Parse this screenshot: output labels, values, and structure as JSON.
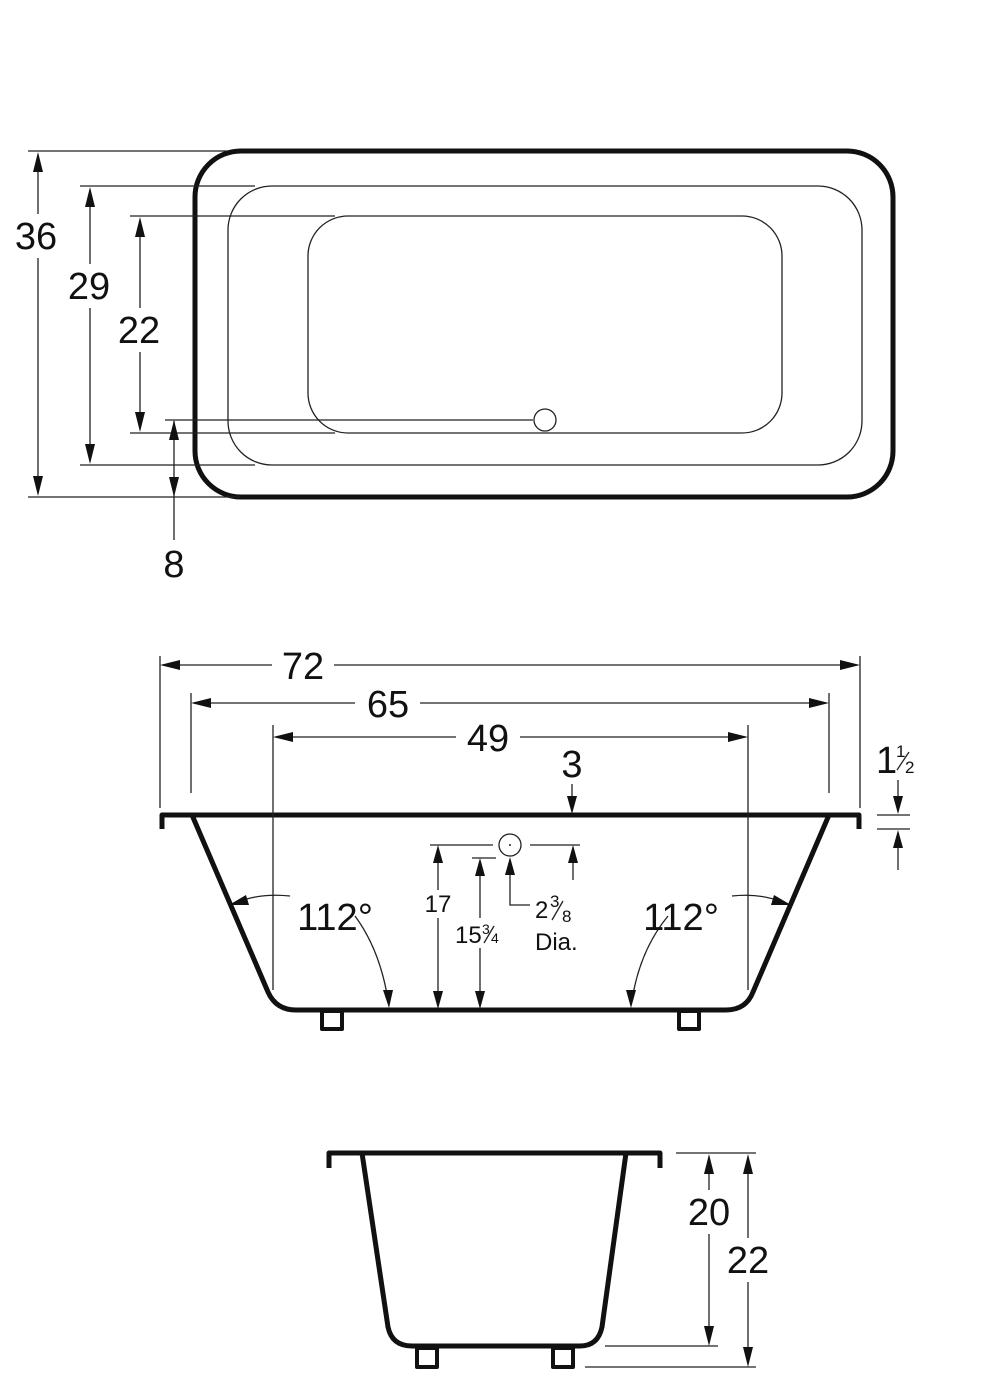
{
  "plan_view": {
    "overall_width": "36",
    "rim_width": "29",
    "basin_width": "22",
    "drain_offset": "8"
  },
  "side_view": {
    "overall_length": "72",
    "rim_length": "65",
    "bottom_length": "49",
    "rim_thickness": "3",
    "flange_whole": "1",
    "flange_num": "1",
    "flange_den": "2",
    "wall_angle_left": "112°",
    "wall_angle_right": "112°",
    "overflow_height": "17",
    "overflow_center_whole": "15",
    "overflow_center_num": "3",
    "overflow_center_den": "4",
    "overflow_dia_whole": "2",
    "overflow_dia_num": "3",
    "overflow_dia_den": "8",
    "overflow_dia_suffix": "Dia."
  },
  "end_view": {
    "depth": "20",
    "total_height": "22"
  }
}
